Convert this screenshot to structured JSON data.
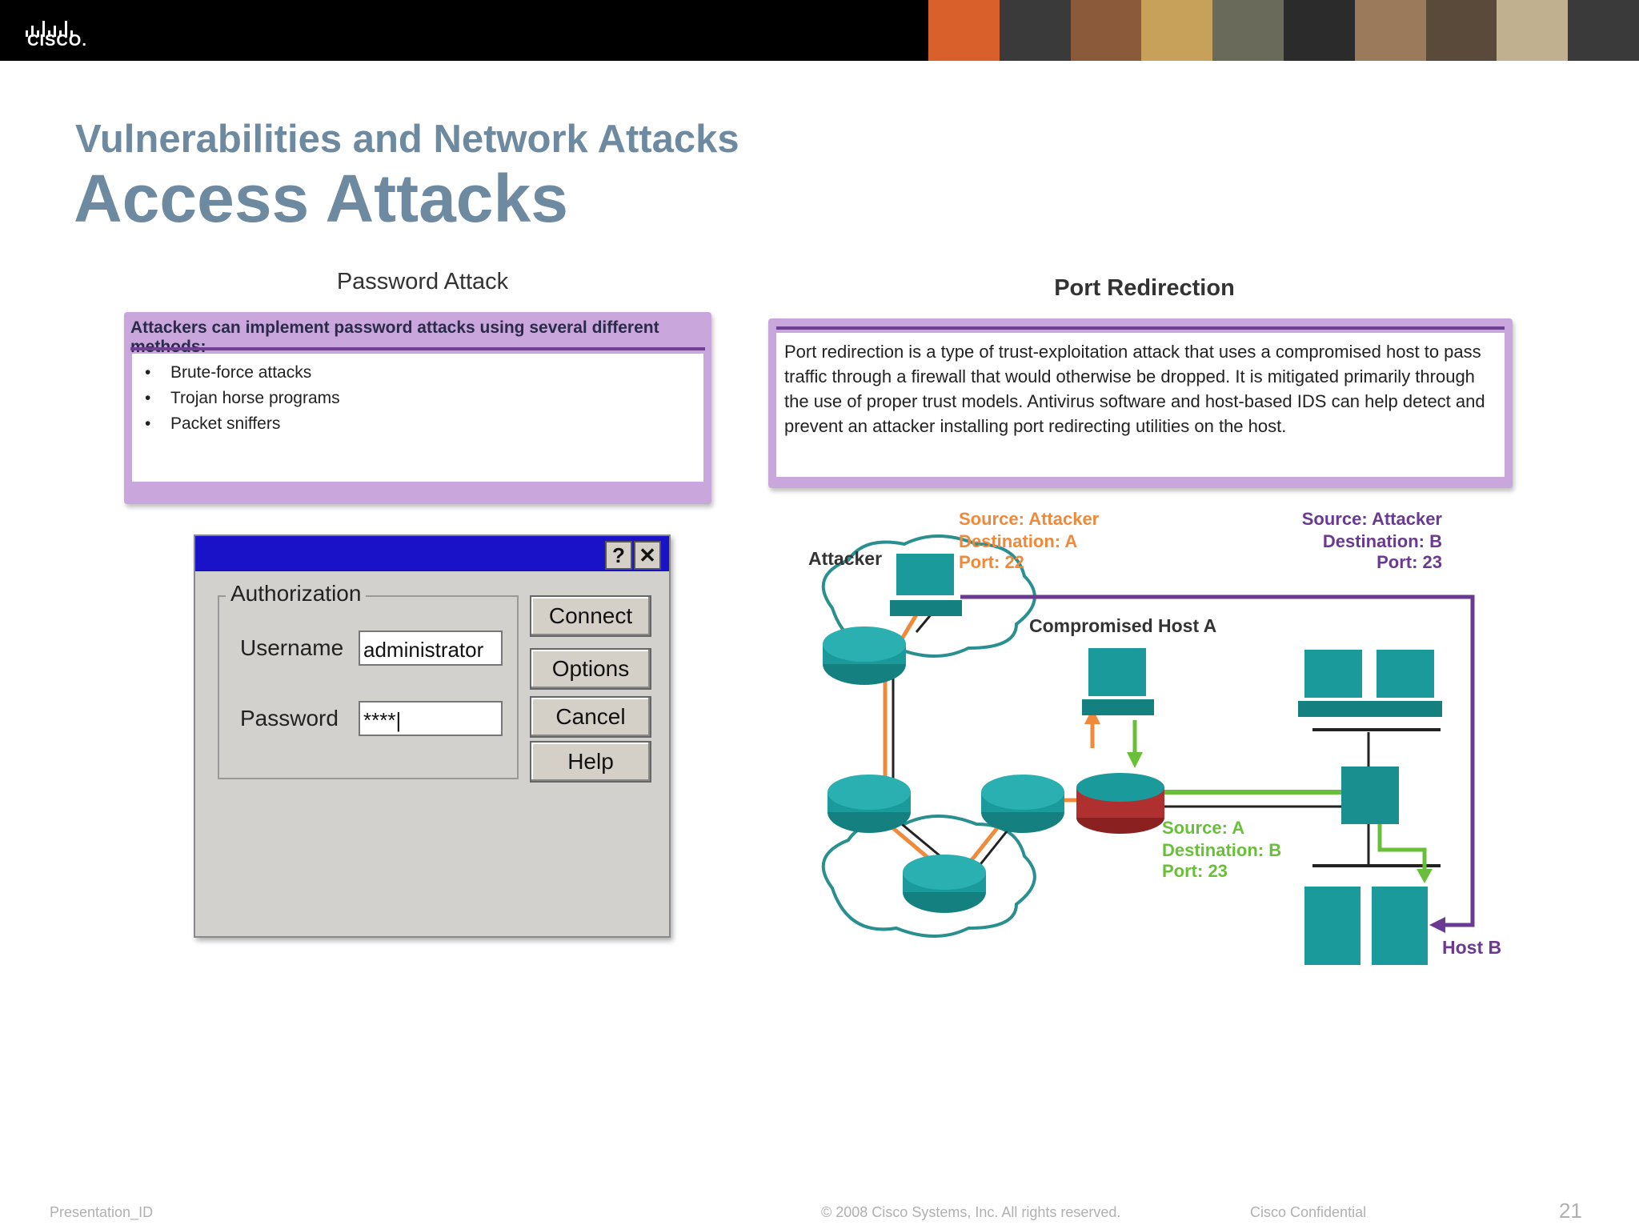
{
  "header": {
    "logo_text": "CISCO.",
    "photo_colors": [
      "#d9602a",
      "#3a3a3a",
      "#8a5a3a",
      "#c7a05a",
      "#6a6a5a",
      "#2b2b2b",
      "#9a7a5a",
      "#5a4a3a",
      "#c0b090",
      "#3a3a3a"
    ]
  },
  "slide": {
    "subtitle": "Vulnerabilities and Network Attacks",
    "title": "Access Attacks"
  },
  "password_attack": {
    "title": "Password Attack",
    "heading": "Attackers can implement password attacks using several different methods:",
    "methods": [
      "Brute-force attacks",
      "Trojan horse programs",
      "Packet sniffers"
    ]
  },
  "dialog": {
    "help_btn": "?",
    "close_btn": "✕",
    "group_label": "Authorization",
    "username_label": "Username",
    "username_value": "administrator",
    "password_label": "Password",
    "password_value": "****|",
    "buttons": [
      "Connect",
      "Options",
      "Cancel",
      "Help"
    ]
  },
  "port_redirection": {
    "title": "Port Redirection",
    "text": "Port redirection is a type of trust-exploitation attack that uses a compromised host to pass traffic through a firewall that would otherwise be dropped. It is mitigated primarily through the use of proper trust models. Antivirus software and host-based IDS can help detect and prevent an attacker installing port redirecting utilities on the host.",
    "labels": {
      "attacker": "Attacker",
      "compromised": "Compromised Host A",
      "host_b": "Host B",
      "flow1": [
        "Source: Attacker",
        "Destination: A",
        "Port: 22"
      ],
      "flow2": [
        "Source: Attacker",
        "Destination: B",
        "Port: 23"
      ],
      "flow3": [
        "Source: A",
        "Destination: B",
        "Port: 23"
      ]
    },
    "colors": {
      "orange": "#f0893a",
      "purple": "#6a3a92",
      "green": "#6abf3a",
      "teal": "#1a8f8f"
    }
  },
  "footer": {
    "left": "Presentation_ID",
    "center": "© 2008 Cisco Systems, Inc. All rights reserved.",
    "right": "Cisco Confidential",
    "page": "21"
  }
}
